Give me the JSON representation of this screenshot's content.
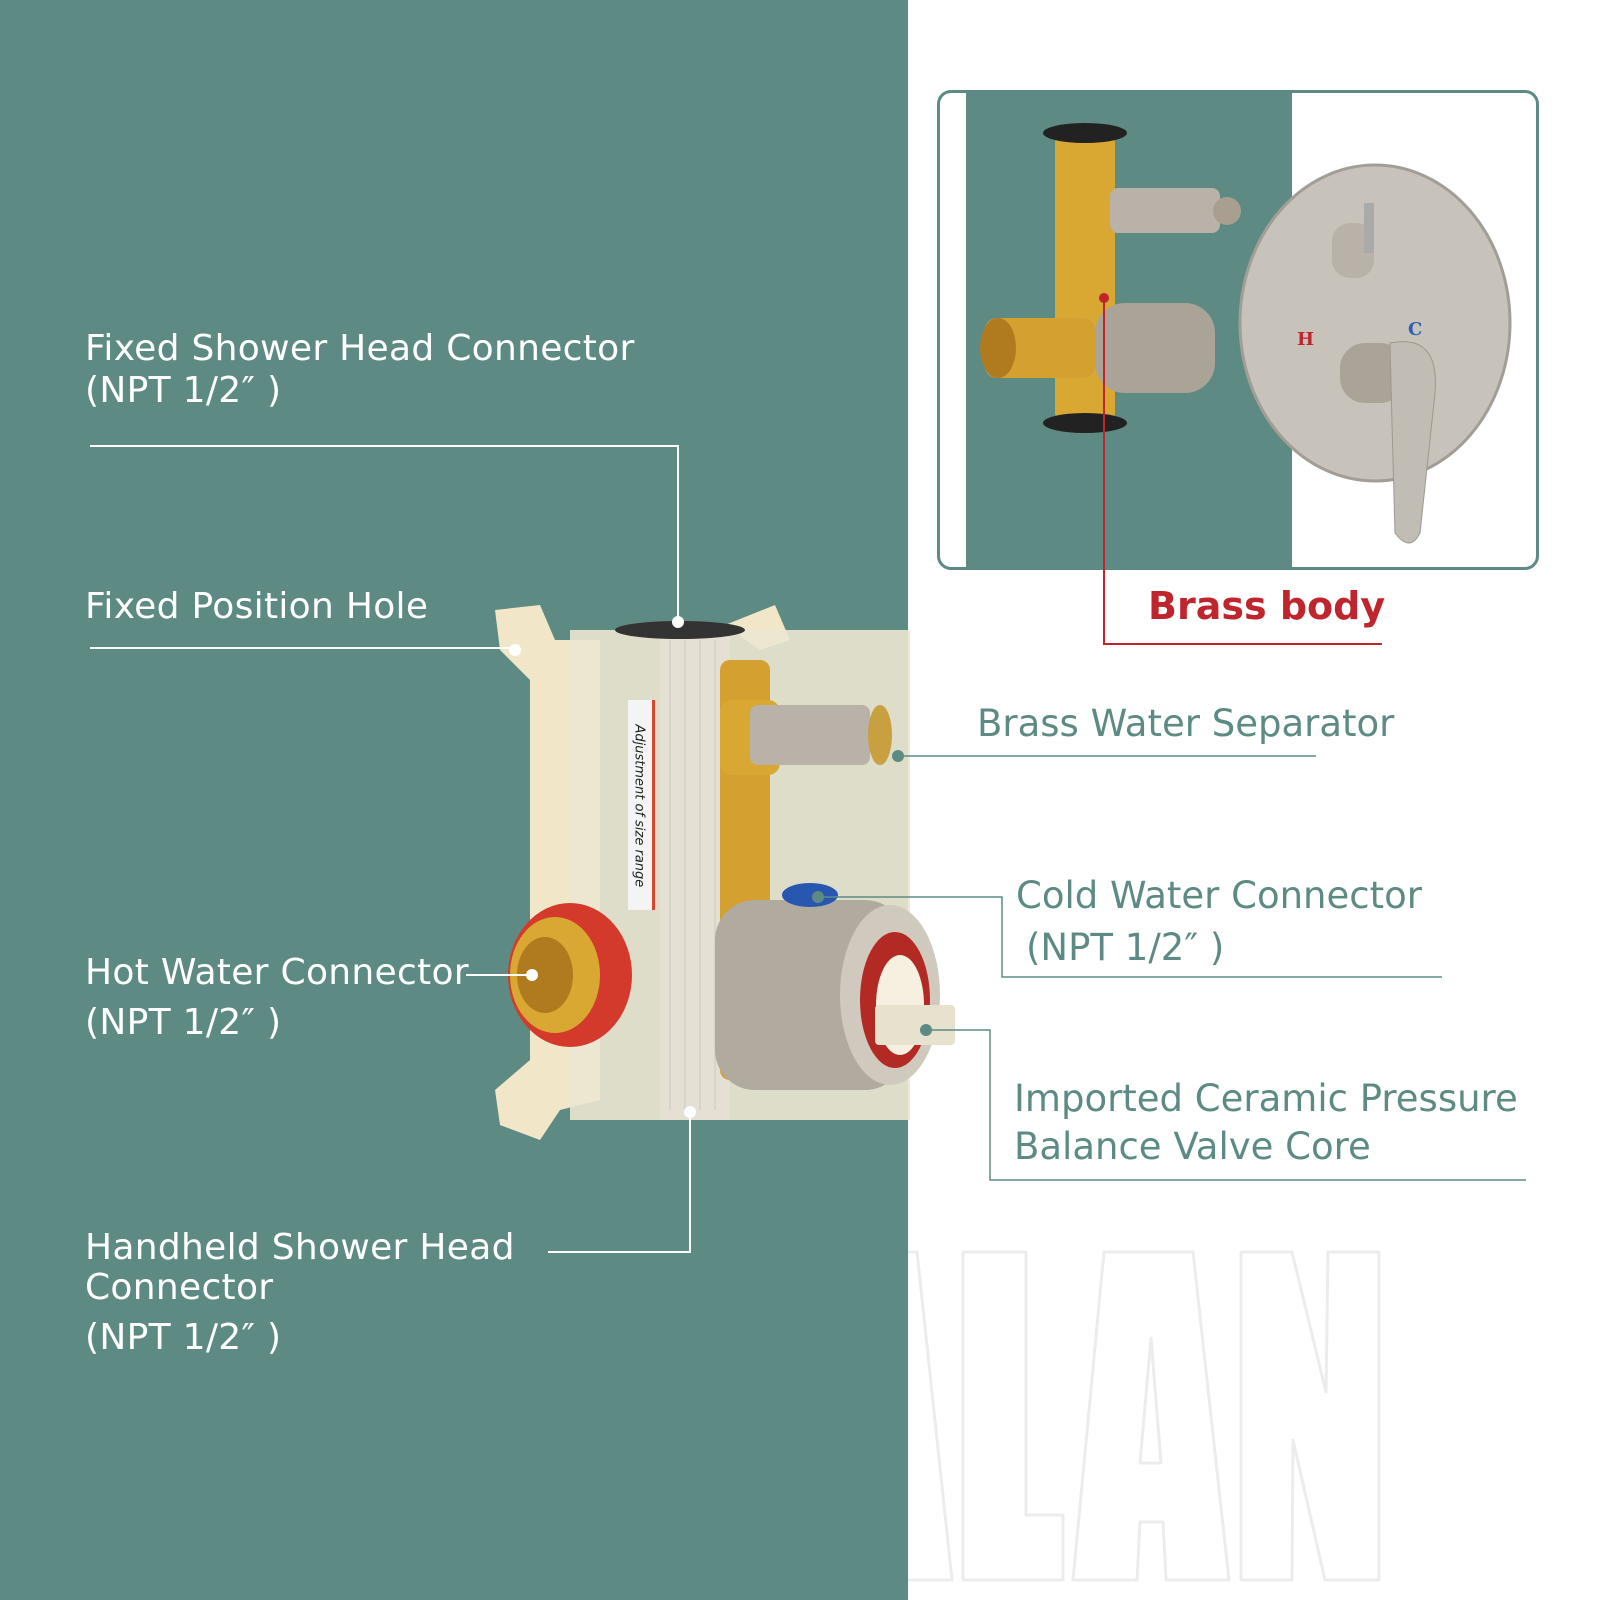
{
  "labels": {
    "fixed_shower_head": {
      "line1": "Fixed Shower Head Connector",
      "line2": "(NPT 1/2″ )"
    },
    "fixed_position_hole": "Fixed Position Hole",
    "hot_water": {
      "line1": "Hot Water Connector",
      "line2": "(NPT 1/2″ )"
    },
    "handheld_shower_head": {
      "line1": "Handheld Shower Head",
      "line2": "Connector",
      "line3": "(NPT 1/2″ )"
    },
    "brass_water_separator": "Brass Water Separator",
    "cold_water": {
      "line1": "Cold Water Connector",
      "line2": "(NPT 1/2″ )"
    },
    "valve_core": {
      "line1": "Imported Ceramic Pressure",
      "line2": "Balance Valve Core"
    },
    "brass_body": "Brass body"
  },
  "product": {
    "sticker_text": "Adjustment of size range",
    "handle_hot": "H",
    "handle_cold": "C"
  },
  "watermark": "ALAN",
  "colors": {
    "teal": "#5d8b84",
    "brass_red": "#c0242c",
    "brass": "#d9a832",
    "nickel": "#b8b2a8"
  }
}
